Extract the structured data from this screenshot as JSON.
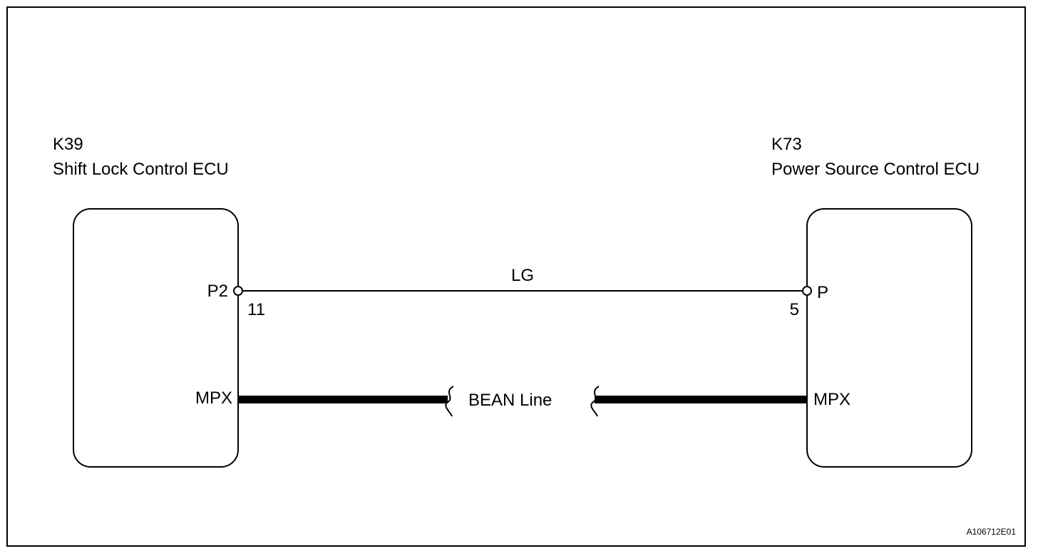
{
  "ecu_left": {
    "code": "K39",
    "name": "Shift Lock Control ECU",
    "pins": [
      {
        "connector": "P2",
        "number": "11"
      },
      {
        "name": "MPX"
      }
    ]
  },
  "ecu_right": {
    "code": "K73",
    "name": "Power Source Control ECU",
    "pins": [
      {
        "connector": "P",
        "number": "5"
      },
      {
        "name": "MPX"
      }
    ]
  },
  "wires": [
    {
      "label": "LG",
      "color": "#000000"
    },
    {
      "label": "BEAN Line",
      "color": "#000000"
    }
  ],
  "figure_id": "A106712E01"
}
